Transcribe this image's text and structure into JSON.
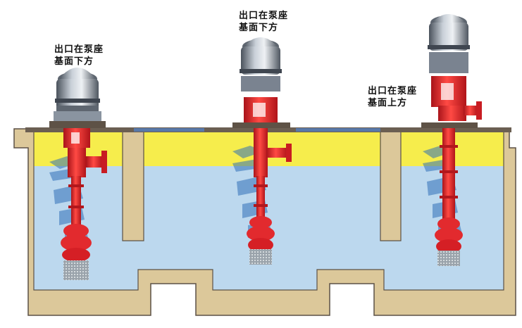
{
  "labels": {
    "left": [
      "出口在泵座",
      "基面下方"
    ],
    "middle": [
      "出口在泵座",
      "基面下方"
    ],
    "right": [
      "出口在泵座",
      "基面上方"
    ]
  },
  "colors": {
    "concrete": "#dcc89a",
    "concrete_edge": "#5b5146",
    "water": "#bcd8ee",
    "upper_band": "#f6ed4c",
    "pump_red": "#e8262a",
    "motor_grey": "#7c8896",
    "slab": "#6b5f52",
    "watermark": "#2f6fb8"
  },
  "icons": {
    "pump": "vertical-turbine-pump-icon",
    "motor": "electric-motor-icon",
    "strainer": "suction-strainer-icon",
    "watermark": "brand-watermark-icon"
  },
  "diagram": {
    "pumps": [
      {
        "id": "left",
        "outlet": "below-base"
      },
      {
        "id": "middle",
        "outlet": "below-base"
      },
      {
        "id": "right",
        "outlet": "above-base"
      }
    ]
  }
}
